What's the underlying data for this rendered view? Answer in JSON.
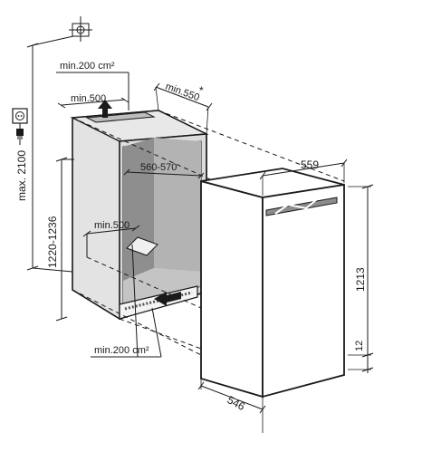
{
  "labels": {
    "max_height": "max. 2100",
    "niche_height": "1220-1236",
    "top_vent": "min.200 cm²",
    "top_depth": "min.500",
    "niche_depth": "min.550",
    "star": "*",
    "niche_width": "560-570",
    "floor_depth": "min.500",
    "bottom_vent": "min.200 cm²",
    "appliance_width": "559",
    "appliance_height": "1213",
    "plinth": "12",
    "appliance_depth": "546"
  },
  "icons": {
    "outlet": "power-outlet-icon",
    "plug": "plug-icon",
    "water": "water-connection-icon",
    "arrow_up": "airflow-up-arrow-icon",
    "arrow_in": "airflow-in-arrow-icon"
  },
  "colors": {
    "line": "#1a1a1a",
    "niche_fill": "#d9d9d9",
    "shadow_dark": "#8c8c8c",
    "shadow_mid": "#b3b3b3",
    "appliance_fill": "#ffffff"
  }
}
